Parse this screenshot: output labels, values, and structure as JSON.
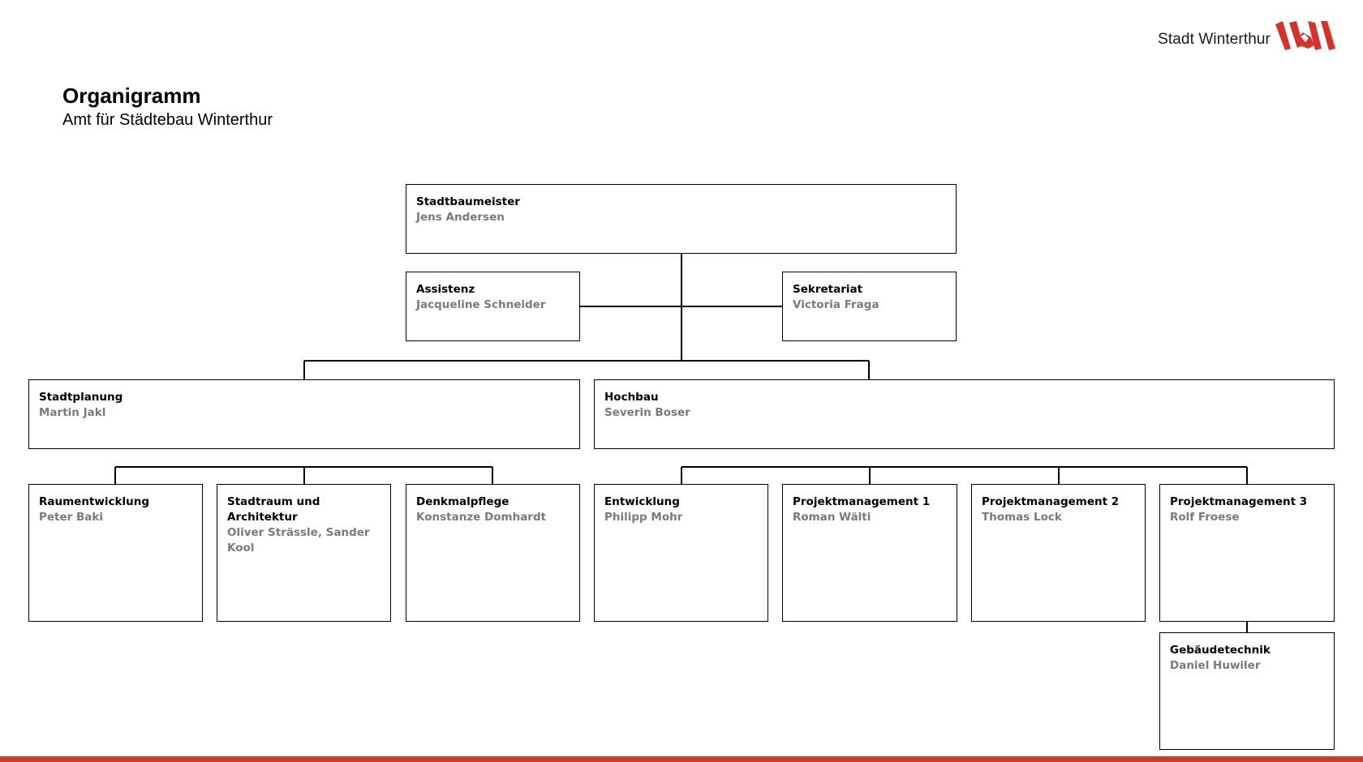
{
  "header": {
    "title": "Organigramm",
    "subtitle": "Amt für Städtebau Winterthur",
    "brand_text": "Stadt Winterthur"
  },
  "colors": {
    "accent": "#c8402c",
    "person_text": "#7a7a7a",
    "line": "#000000"
  },
  "nodes": {
    "stadtbaumeister": {
      "role": "Stadtbaumeister",
      "person": "Jens Andersen"
    },
    "assistenz": {
      "role": "Assistenz",
      "person": "Jacqueline Schneider"
    },
    "sekretariat": {
      "role": "Sekretariat",
      "person": "Victoria Fraga"
    },
    "stadtplanung": {
      "role": "Stadtplanung",
      "person": "Martin Jakl"
    },
    "hochbau": {
      "role": "Hochbau",
      "person": "Severin Boser"
    },
    "raumentwicklung": {
      "role": "Raumentwicklung",
      "person": "Peter Baki"
    },
    "stadtraum": {
      "role": "Stadtraum und Architektur",
      "person": "Oliver Strässle, Sander Kool"
    },
    "denkmalpflege": {
      "role": "Denkmalpflege",
      "person": "Konstanze Domhardt"
    },
    "entwicklung": {
      "role": "Entwicklung",
      "person": "Philipp Mohr"
    },
    "pm1": {
      "role": "Projektmanagement 1",
      "person": "Roman Wälti"
    },
    "pm2": {
      "role": "Projektmanagement 2",
      "person": "Thomas Lock"
    },
    "pm3": {
      "role": "Projektmanagement 3",
      "person": "Rolf Froese"
    },
    "gebaeudetechnik": {
      "role": "Gebäudetechnik",
      "person": "Daniel Huwiler"
    }
  }
}
